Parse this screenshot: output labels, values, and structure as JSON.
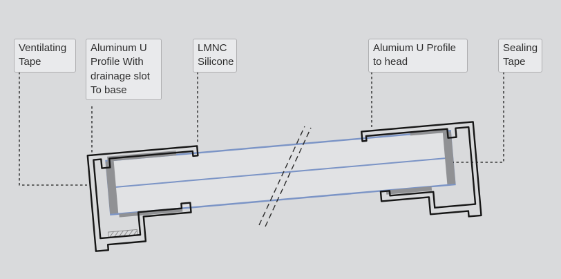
{
  "page": {
    "background": "#d9dadc",
    "title": "Aluminum U profile panel section detail"
  },
  "colors": {
    "outline_black": "#161616",
    "panel_blue": "#7b94c6",
    "panel_fill": "#e1e2e4",
    "gasket_gray": "#909194",
    "leader_dark": "#1a1a1a",
    "label_box_bg": "#e9eaec",
    "label_box_border": "#aeaeb0",
    "label_text": "#2d2d2d"
  },
  "labels": [
    {
      "id": "ventilating-tape",
      "text": "Ventilating\nTape"
    },
    {
      "id": "aluminum-u-profile-base",
      "text": "Aluminum U\nProfile With\ndrainage slot\nTo base"
    },
    {
      "id": "lmnc-silicone",
      "text": "LMNC\nSilicone"
    },
    {
      "id": "alumium-u-profile-head",
      "text": "Alumium U Profile\nto head"
    },
    {
      "id": "sealing-tape",
      "text": "Sealing\nTape"
    }
  ]
}
